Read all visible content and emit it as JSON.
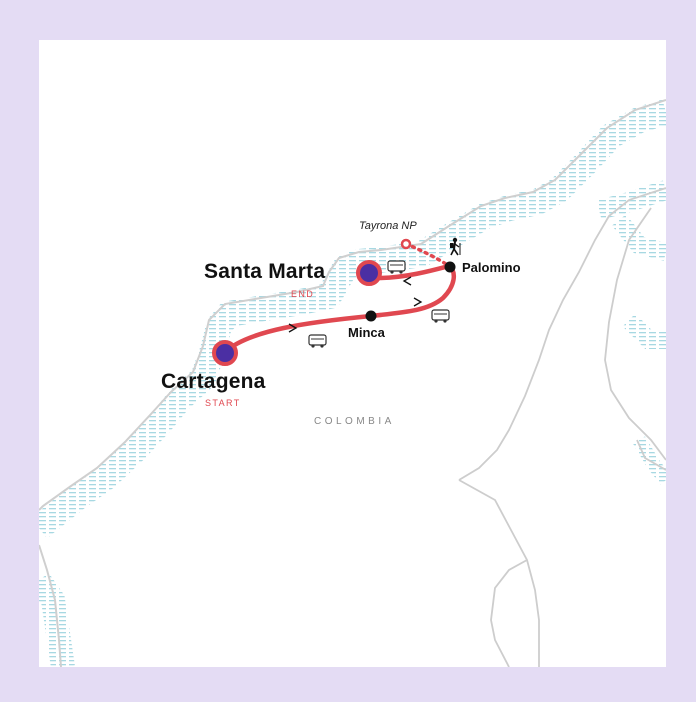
{
  "map": {
    "country_label": "COLOMBIA",
    "route_color": "#e04850",
    "stop_fill": "#4b2fa3",
    "coast_color": "#9fd4de",
    "border_color": "#c9c9c9"
  },
  "stops": {
    "cartagena": {
      "name": "Cartagena",
      "tag": "START"
    },
    "santa_marta": {
      "name": "Santa Marta",
      "tag": "END"
    },
    "minca": {
      "name": "Minca"
    },
    "palomino": {
      "name": "Palomino"
    },
    "tayrona": {
      "name": "Tayrona NP"
    }
  }
}
